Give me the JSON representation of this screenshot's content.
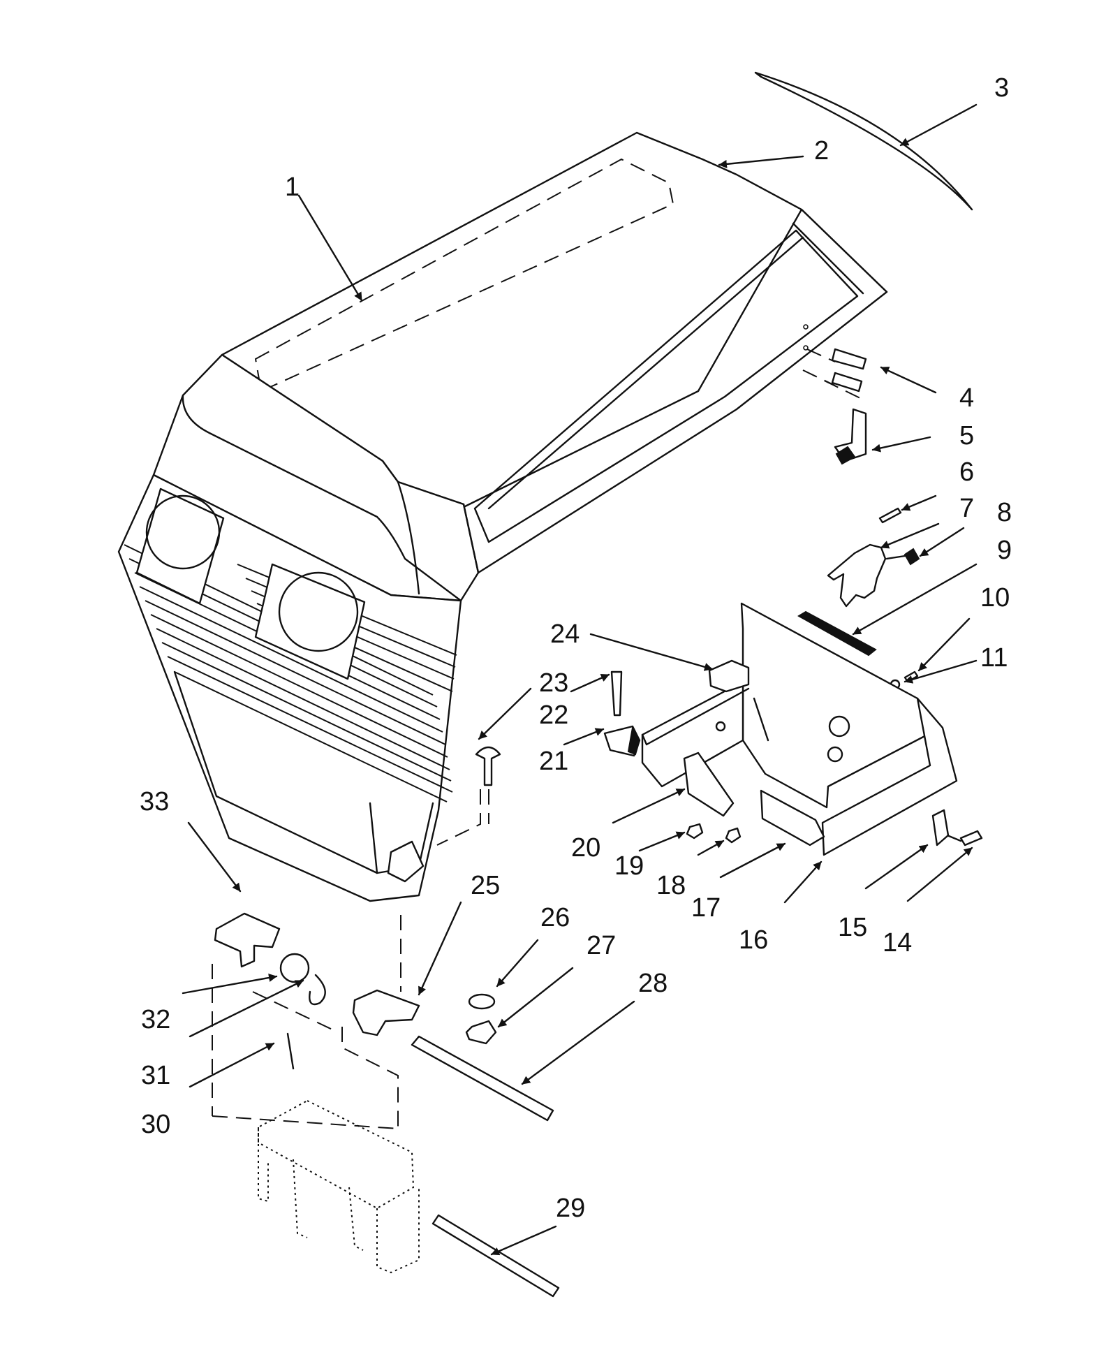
{
  "callouts": [
    {
      "label": "1"
    },
    {
      "label": "2"
    },
    {
      "label": "3"
    },
    {
      "label": "4"
    },
    {
      "label": "5"
    },
    {
      "label": "6"
    },
    {
      "label": "7"
    },
    {
      "label": "8"
    },
    {
      "label": "9"
    },
    {
      "label": "10"
    },
    {
      "label": "11"
    },
    {
      "label": "14"
    },
    {
      "label": "15"
    },
    {
      "label": "16"
    },
    {
      "label": "17"
    },
    {
      "label": "18"
    },
    {
      "label": "19"
    },
    {
      "label": "20"
    },
    {
      "label": "21"
    },
    {
      "label": "22"
    },
    {
      "label": "23"
    },
    {
      "label": "24"
    },
    {
      "label": "25"
    },
    {
      "label": "26"
    },
    {
      "label": "27"
    },
    {
      "label": "28"
    },
    {
      "label": "29"
    },
    {
      "label": "30"
    },
    {
      "label": "31"
    },
    {
      "label": "32"
    },
    {
      "label": "33"
    }
  ]
}
